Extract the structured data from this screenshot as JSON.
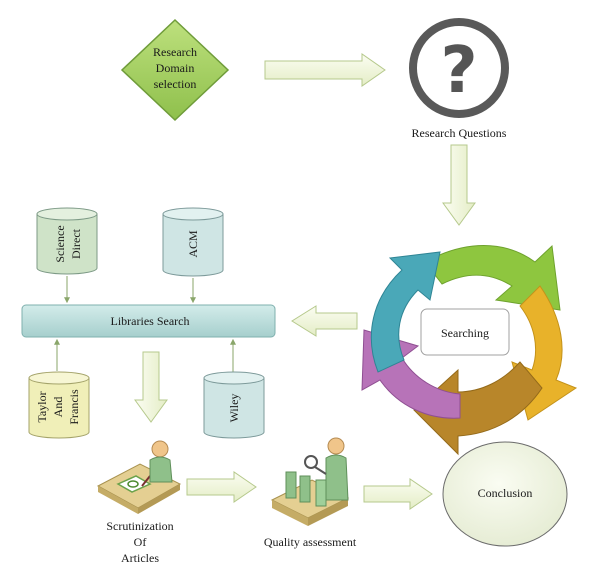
{
  "nodes": {
    "domain": {
      "lines": [
        "Research",
        "Domain",
        "selection"
      ]
    },
    "questions": {
      "label": "Research Questions",
      "symbol": "?"
    },
    "science_direct": {
      "lines": [
        "Science",
        "Direct"
      ]
    },
    "acm": {
      "lines": [
        "ACM"
      ]
    },
    "libraries_search": {
      "label": "Libraries Search"
    },
    "taylor_francis": {
      "lines": [
        "Taylor",
        "And",
        "Francis"
      ]
    },
    "wiley": {
      "lines": [
        "Wiley"
      ]
    },
    "searching": {
      "label": "Searching"
    },
    "scrutinization": {
      "lines": [
        "Scrutinization",
        "Of",
        "Articles"
      ]
    },
    "quality": {
      "label": "Quality assessment"
    },
    "conclusion": {
      "label": "Conclusion"
    }
  },
  "colors": {
    "diamond_fill": "#a8d26a",
    "diamond_stroke": "#6f9c3a",
    "arrow_fill": "#f1f6dc",
    "arrow_stroke": "#b6c98c",
    "cylinder_green": "#cfe3c8",
    "cylinder_blue": "#cfe5e4",
    "cylinder_yellow": "#f0efb8",
    "libraries_bar": "#b8dcdb",
    "cycle_green": "#8ec63f",
    "cycle_yellow": "#e8b22a",
    "cycle_brown": "#b8862a",
    "cycle_purple": "#b773b8",
    "cycle_teal": "#4aa8b8",
    "conclusion_fill": "#eef3df"
  },
  "icons": [
    "question-circle-icon",
    "database-cylinder-icon",
    "person-reviewing-icon",
    "magnifier-inspector-icon"
  ]
}
